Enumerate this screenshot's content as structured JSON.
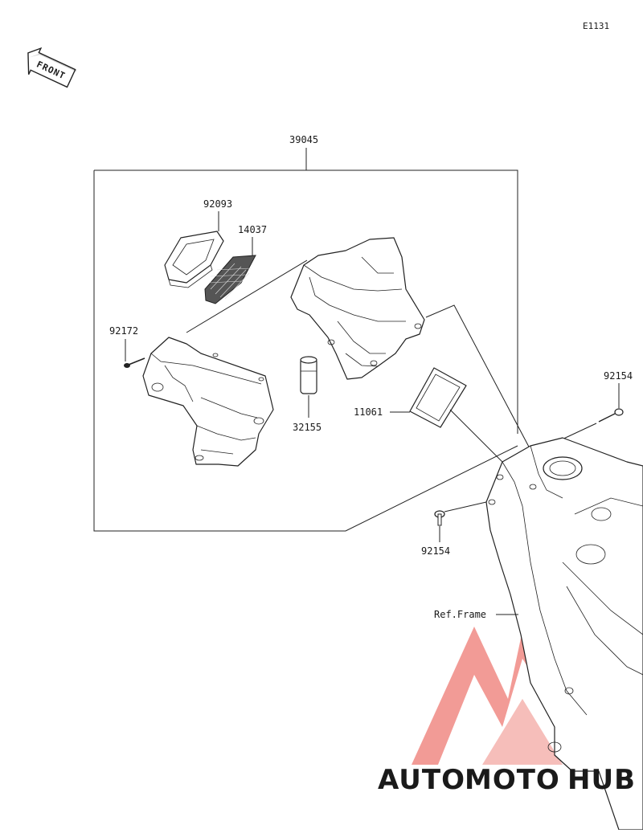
{
  "diagram_code": "E1131",
  "front_indicator": "FRONT",
  "assembly_label": "39045",
  "parts": {
    "p92093": "92093",
    "p14037": "14037",
    "p92172": "92172",
    "p32155": "32155",
    "p11061": "11061",
    "p92154_right": "92154",
    "p92154_lower": "92154"
  },
  "reference_label": "Ref.Frame",
  "watermark": {
    "part1": "AUTO",
    "part2": "MOTO",
    "part3": "HUB",
    "color_orange": "#f5a623",
    "color_red": "#e8403a",
    "color_gray": "#8a8a8a"
  }
}
